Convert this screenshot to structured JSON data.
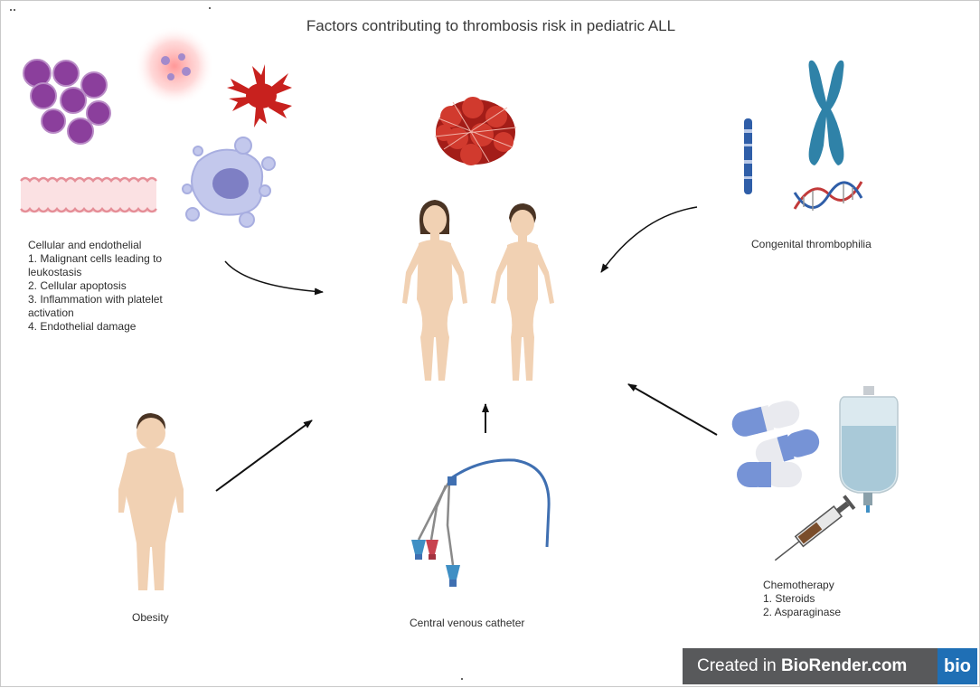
{
  "title": "Factors contributing to thrombosis risk in pediatric ALL",
  "cellular": {
    "heading": "Cellular and endothelial",
    "items": [
      "1. Malignant cells leading to",
      "leukostasis",
      "2. Cellular apoptosis",
      "3. Inflammation with platelet",
      "activation",
      "4. Endothelial damage"
    ]
  },
  "congenital": {
    "label": "Congenital thrombophilia"
  },
  "obesity": {
    "label": "Obesity"
  },
  "catheter": {
    "label": "Central venous catheter"
  },
  "chemo": {
    "heading": "Chemotherapy",
    "items": [
      "1. Steroids",
      "2. Asparaginase"
    ]
  },
  "badge": {
    "prefix": "Created in ",
    "brand": "BioRender.com",
    "logo": "bio"
  },
  "colors": {
    "malignant_cell": "#8b3f9c",
    "skin": "#f1d1b3",
    "hair": "#4a3424",
    "clot": "#b3261e",
    "chromosome": "#2f82a8",
    "pill_blue": "#6f8fd1",
    "iv_fluid": "#a9c9d8",
    "badge_bg": "#58595b",
    "badge_logo": "#1f6fb5"
  }
}
